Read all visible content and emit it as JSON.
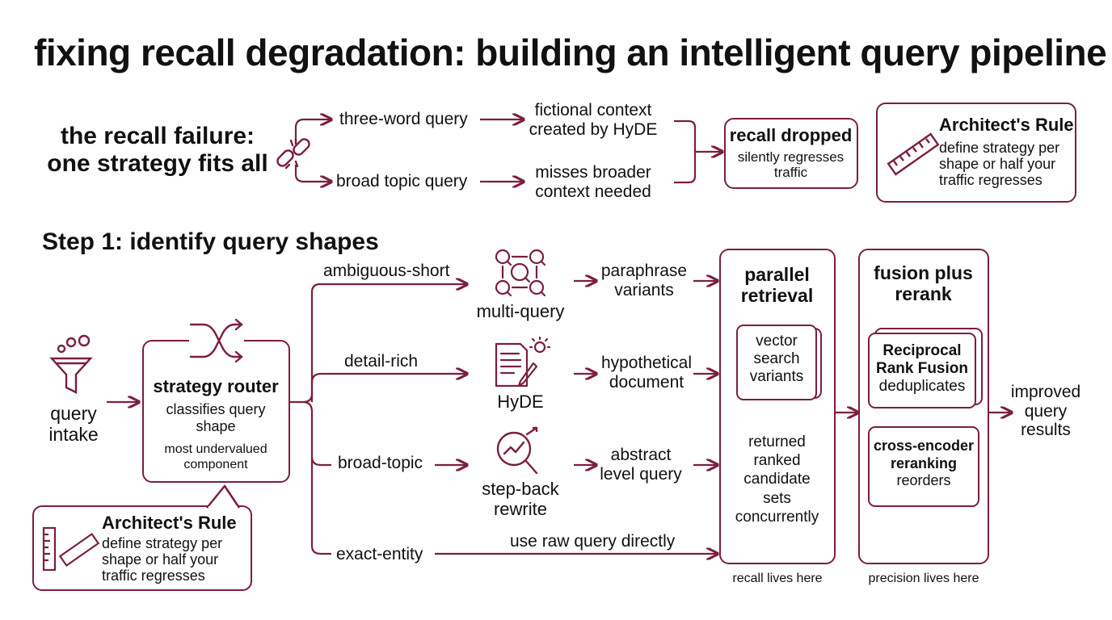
{
  "title": "fixing recall degradation: building an intelligent query pipeline",
  "failure": {
    "heading_line1": "the recall failure:",
    "heading_line2": "one strategy fits all",
    "branch1": "three-word query",
    "branch1_result_line1": "fictional context",
    "branch1_result_line2": "created by HyDE",
    "branch2": "broad topic query",
    "branch2_result_line1": "misses broader",
    "branch2_result_line2": "context needed",
    "outcome_title": "recall dropped",
    "outcome_line1": "silently regresses",
    "outcome_line2": "traffic"
  },
  "rule_top": {
    "title": "Architect's Rule",
    "line1": "define strategy per",
    "line2": "shape or half your",
    "line3": "traffic regresses"
  },
  "step1": {
    "heading": "Step 1: identify query shapes",
    "intake_line1": "query",
    "intake_line2": "intake",
    "router_title": "strategy router",
    "router_line1": "classifies query",
    "router_line2": "shape",
    "router_line3": "most undervalued",
    "router_line4": "component"
  },
  "shapes": {
    "s1": "ambiguous-short",
    "s2": "detail-rich",
    "s3": "broad-topic",
    "s4": "exact-entity"
  },
  "strategies": {
    "multi": "multi-query",
    "hyde": "HyDE",
    "stepback_line1": "step-back",
    "stepback_line2": "rewrite",
    "raw": "use raw query directly"
  },
  "outputs": {
    "o1_line1": "paraphrase",
    "o1_line2": "variants",
    "o2_line1": "hypothetical",
    "o2_line2": "document",
    "o3_line1": "abstract",
    "o3_line2": "level query"
  },
  "parallel": {
    "title_line1": "parallel",
    "title_line2": "retrieval",
    "card_line1": "vector",
    "card_line2": "search",
    "card_line3": "variants",
    "desc_line1": "returned",
    "desc_line2": "ranked",
    "desc_line3": "candidate",
    "desc_line4": "sets",
    "desc_line5": "concurrently",
    "caption": "recall lives here"
  },
  "fusion": {
    "title_line1": "fusion plus",
    "title_line2": "rerank",
    "rrf_line1": "Reciprocal",
    "rrf_line2": "Rank Fusion",
    "rrf_line3": "deduplicates",
    "ce_line1": "cross-encoder",
    "ce_line2": "reranking",
    "ce_line3": "reorders",
    "caption": "precision lives here"
  },
  "result": {
    "line1": "improved",
    "line2": "query",
    "line3": "results"
  },
  "rule_bottom": {
    "title": "Architect's Rule",
    "line1": "define strategy per",
    "line2": "shape or half your",
    "line3": "traffic regresses"
  },
  "colors": {
    "accent": "#7b1f3a",
    "text": "#111111",
    "background": "#ffffff"
  },
  "icons": [
    "broken-chain-icon",
    "ruler-icon",
    "funnel-icon",
    "shuffle-icon",
    "search-network-icon",
    "document-pen-icon",
    "magnifier-chart-icon"
  ]
}
